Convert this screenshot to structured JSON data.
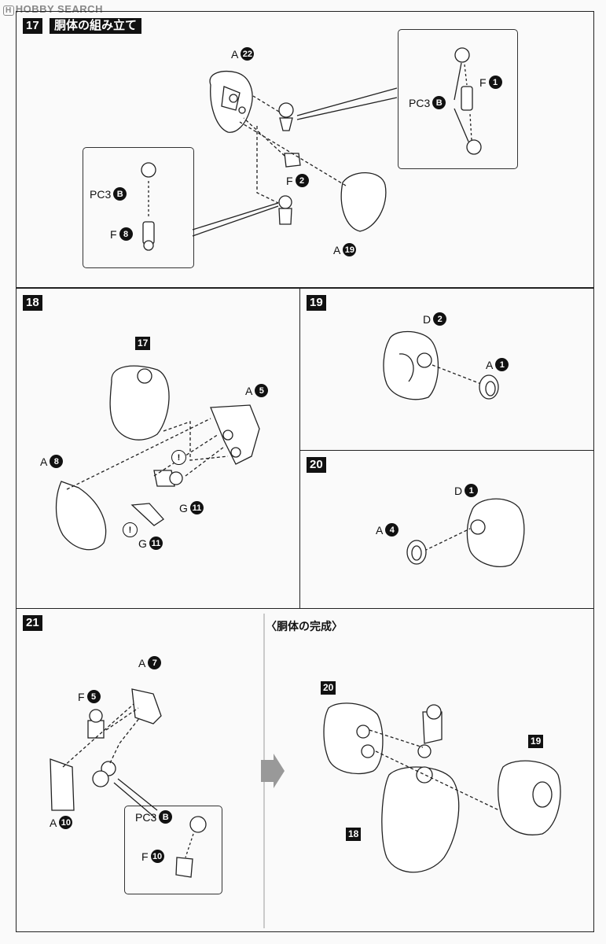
{
  "watermark": "HOBBY SEARCH",
  "step17": {
    "num": "17",
    "title": "胴体の組み立て",
    "labels": [
      {
        "sheet": "A",
        "part": "22"
      },
      {
        "sheet": "F",
        "part": "1"
      },
      {
        "sheet": "PC3",
        "part": "B"
      },
      {
        "sheet": "F",
        "part": "2"
      },
      {
        "sheet": "A",
        "part": "19"
      },
      {
        "sheet": "PC3",
        "part": "B"
      },
      {
        "sheet": "F",
        "part": "8"
      }
    ]
  },
  "step18": {
    "num": "18",
    "ref": "17",
    "labels": [
      {
        "sheet": "A",
        "part": "5"
      },
      {
        "sheet": "A",
        "part": "8"
      },
      {
        "sheet": "G",
        "part": "11"
      },
      {
        "sheet": "G",
        "part": "11"
      }
    ],
    "caution": "!"
  },
  "step19": {
    "num": "19",
    "labels": [
      {
        "sheet": "D",
        "part": "2"
      },
      {
        "sheet": "A",
        "part": "1"
      }
    ]
  },
  "step20": {
    "num": "20",
    "labels": [
      {
        "sheet": "D",
        "part": "1"
      },
      {
        "sheet": "A",
        "part": "4"
      }
    ]
  },
  "step21": {
    "num": "21",
    "labels": [
      {
        "sheet": "A",
        "part": "7"
      },
      {
        "sheet": "F",
        "part": "5"
      },
      {
        "sheet": "A",
        "part": "10"
      },
      {
        "sheet": "PC3",
        "part": "B"
      },
      {
        "sheet": "F",
        "part": "10"
      }
    ]
  },
  "complete": {
    "heading": "〈胴体の完成〉",
    "refs": [
      "20",
      "19",
      "18"
    ]
  }
}
